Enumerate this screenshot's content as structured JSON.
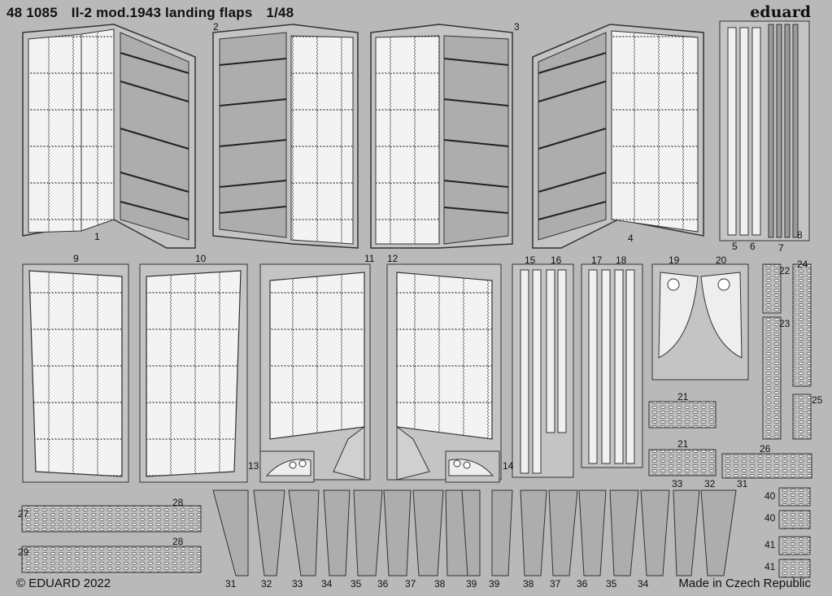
{
  "header": {
    "code": "48 1085",
    "name": "Il-2 mod.1943 landing flaps",
    "scale": "1/48",
    "brand": "eduard"
  },
  "footer": {
    "copyright": "© EDUARD 2022",
    "origin": "Made in Czech Republic"
  },
  "labels": {
    "l1": "1",
    "l2": "2",
    "l3": "3",
    "l4": "4",
    "l5": "5",
    "l6": "6",
    "l7": "7",
    "l8": "8",
    "l9": "9",
    "l10": "10",
    "l11": "11",
    "l12": "12",
    "l13": "13",
    "l14": "14",
    "l15": "15",
    "l16": "16",
    "l17": "17",
    "l18": "18",
    "l19": "19",
    "l20": "20",
    "l21a": "21",
    "l21b": "21",
    "l22": "22",
    "l23": "23",
    "l24": "24",
    "l25": "25",
    "l26": "26",
    "l27": "27",
    "l28a": "28",
    "l28b": "28",
    "l29": "29",
    "l31a": "31",
    "l32a": "32",
    "l33a": "33",
    "l40a": "40",
    "l40b": "40",
    "l41a": "41",
    "l41b": "41",
    "b31": "31",
    "b32": "32",
    "b33": "33",
    "b34": "34",
    "b35": "35",
    "b36": "36",
    "b37": "37",
    "b38": "38",
    "b39": "39",
    "b39r": "39",
    "b38r": "38",
    "b37r": "37",
    "b36r": "36",
    "b35r": "35",
    "b34r": "34"
  },
  "colors": {
    "fret": "#b9b9b9",
    "part": "#c7c7c7",
    "hole": "#f2f2f2",
    "line": "#2a2a2a"
  }
}
